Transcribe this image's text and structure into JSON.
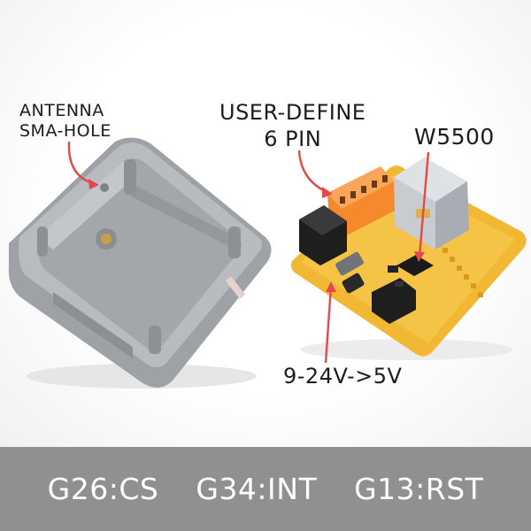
{
  "labels": {
    "antenna_line1": "ANTENNA",
    "antenna_line2": "SMA-HOLE",
    "user_define_line1": "USER-DEFINE",
    "user_define_line2": "6 PIN",
    "chip": "W5500",
    "voltage": "9-24V->5V"
  },
  "pin_map": [
    {
      "text": "G26:CS"
    },
    {
      "text": "G34:INT"
    },
    {
      "text": "G13:RST"
    }
  ],
  "colors": {
    "arrow": "#e24a4a",
    "enclosure": "#a4a7ab",
    "pcb": "#f2b733",
    "terminal": "#f48a2b",
    "band": "#8f9091"
  }
}
